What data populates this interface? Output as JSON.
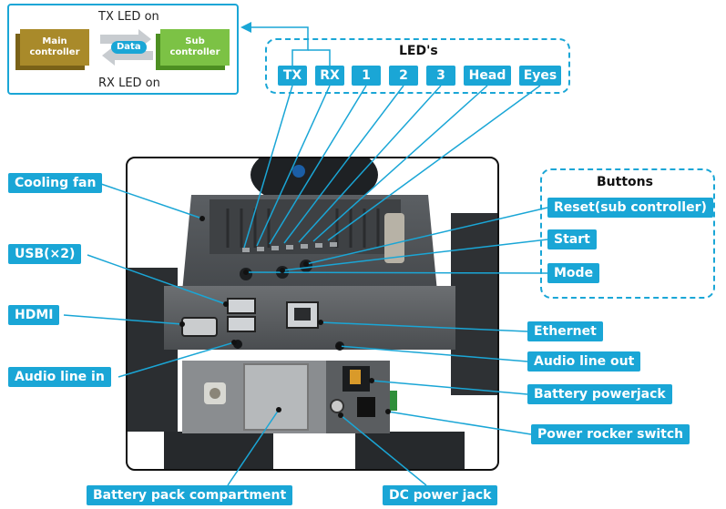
{
  "inset": {
    "main_controller": "Main controller",
    "sub_controller": "Sub controller",
    "data": "Data",
    "tx_led_on": "TX LED on",
    "rx_led_on": "RX LED on"
  },
  "leds": {
    "title": "LED's",
    "items": [
      "TX",
      "RX",
      "1",
      "2",
      "3",
      "Head",
      "Eyes"
    ]
  },
  "buttons": {
    "title": "Buttons",
    "items": [
      "Reset(sub controller)",
      "Start",
      "Mode"
    ]
  },
  "left_labels": [
    "Cooling fan",
    "USB(×2)",
    "HDMI",
    "Audio line in"
  ],
  "right_labels": [
    "Ethernet",
    "Audio line out",
    "Battery powerjack",
    "Power rocker switch"
  ],
  "bottom_labels": [
    "Battery pack compartment",
    "DC power jack"
  ],
  "colors": {
    "accent": "#1aa6d6",
    "main_controller": "#a98a2a",
    "sub_controller": "#7cc245"
  }
}
